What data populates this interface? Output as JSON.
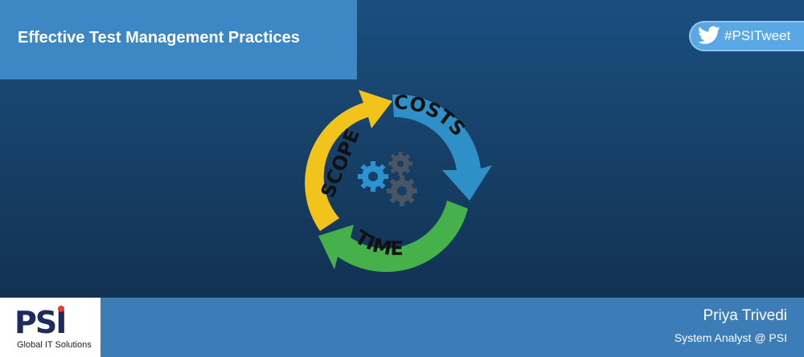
{
  "header": {
    "title": "Effective Test Management Practices"
  },
  "hashtag": {
    "label": "#PSITweet",
    "icon": "twitter-bird-icon"
  },
  "graphic": {
    "labels": {
      "scope": "SCOPE",
      "costs": "COSTS",
      "time": "TIME"
    },
    "colors": {
      "scope": "#f2c31a",
      "costs": "#2f90c7",
      "time": "#46b04a",
      "gears": "#4a5563",
      "gear_accent": "#2b93d1"
    }
  },
  "footer": {
    "logo_text": "PSI",
    "logo_caption": "Global IT Solutions",
    "author_name": "Priya Trivedi",
    "author_role": "System Analyst @ PSI"
  },
  "colors": {
    "title_panel": "#3d87c4",
    "footer_bar": "#3c7db8",
    "tweet_badge": "#5aa7e6"
  }
}
